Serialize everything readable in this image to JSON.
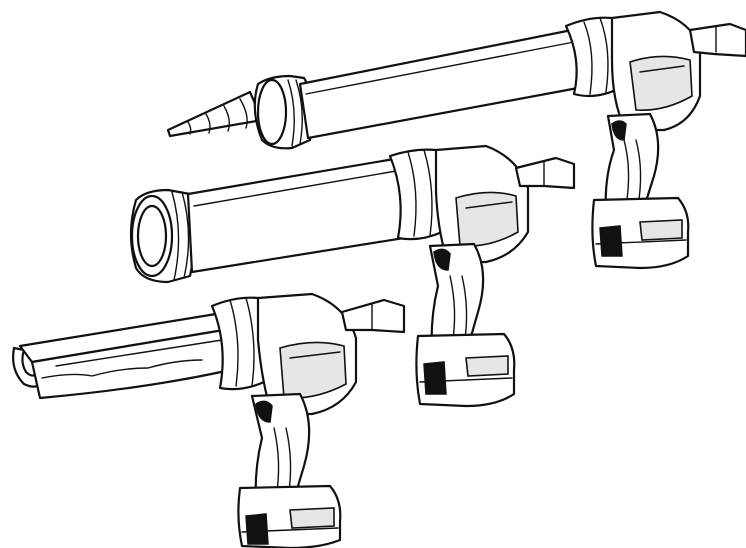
{
  "illustration": {
    "background_color": "#ffffff",
    "line_color": "#111111",
    "tools": [
      {
        "id": "cartridge-gun-long-tube",
        "variant": "long sealed tube with conical nozzle"
      },
      {
        "id": "cartridge-gun-medium-tube",
        "variant": "medium sealed tube with screw cap"
      },
      {
        "id": "cartridge-gun-open-frame",
        "variant": "open cradle frame"
      }
    ]
  }
}
